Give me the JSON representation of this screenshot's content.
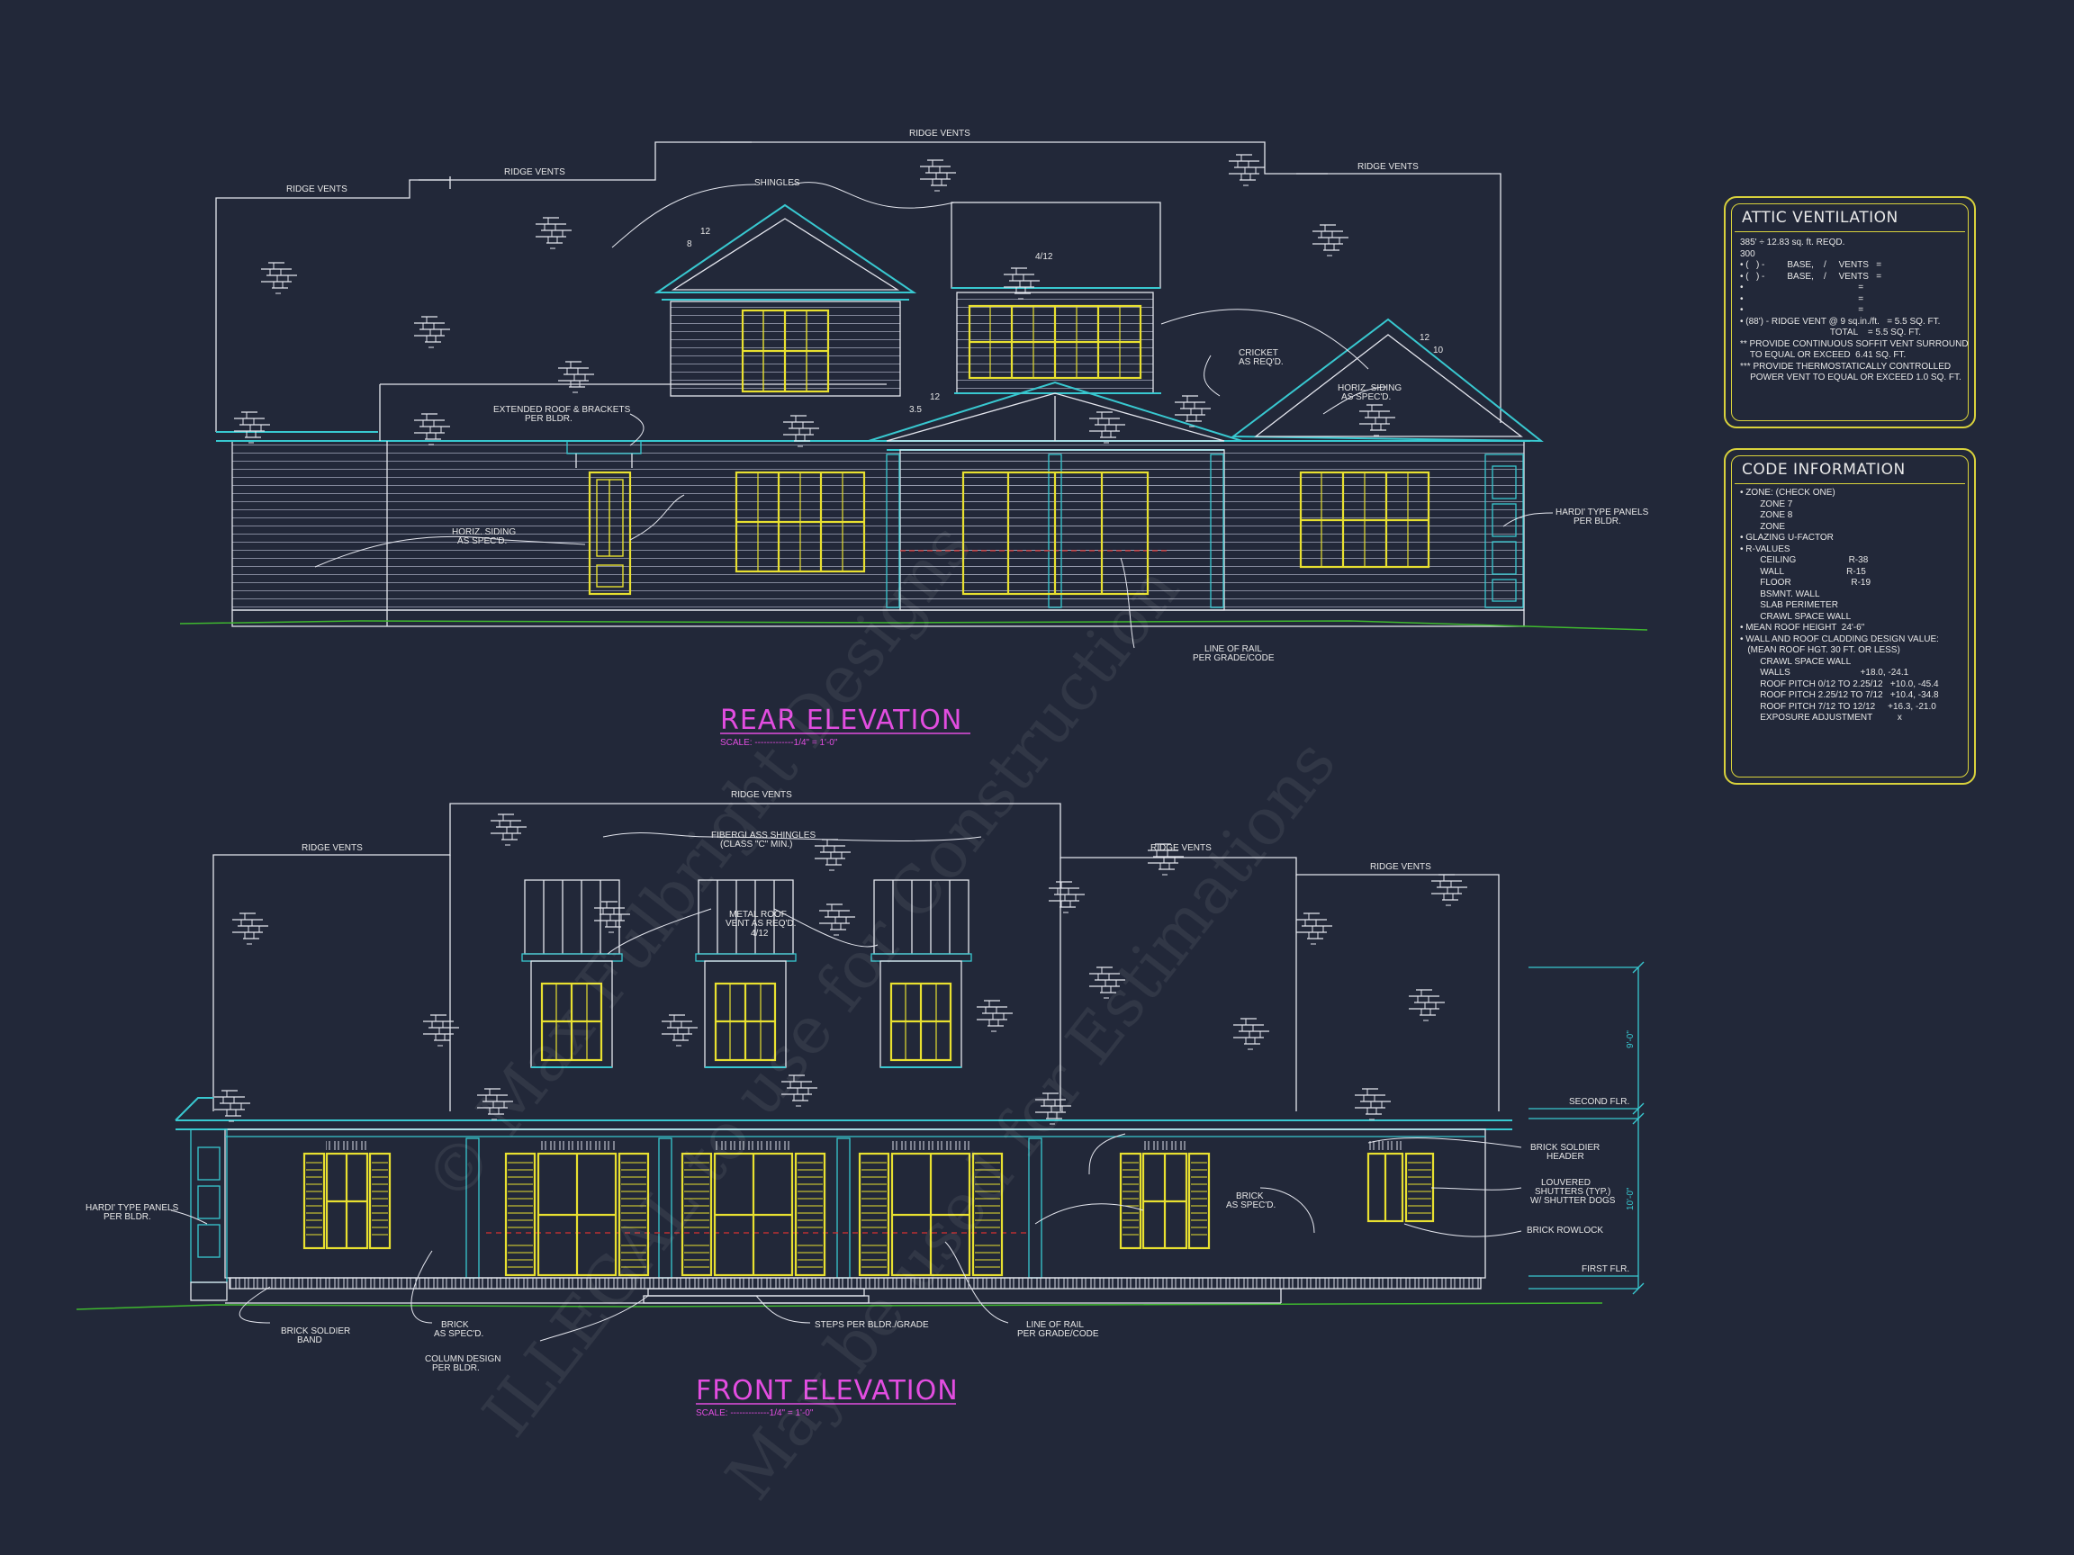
{
  "rear": {
    "title": "REAR ELEVATION",
    "scale": "SCALE: -------------1/4\" = 1'-0\"",
    "labels": {
      "ridge_vents_1": "RIDGE VENTS",
      "ridge_vents_2": "RIDGE VENTS",
      "ridge_vents_3": "RIDGE VENTS",
      "ridge_vents_4": "RIDGE VENTS",
      "shingles": "SHINGLES",
      "extended_roof_1": "EXTENDED ROOF & BRACKETS",
      "extended_roof_2": "PER BLDR.",
      "horiz_siding_1a": "HORIZ. SIDING",
      "horiz_siding_1b": "AS SPEC'D.",
      "cricket_1": "CRICKET",
      "cricket_2": "AS REQ'D.",
      "horiz_siding_2a": "HORIZ. SIDING",
      "horiz_siding_2b": "AS SPEC'D.",
      "hardi_1": "HARDI' TYPE PANELS",
      "hardi_2": "PER BLDR.",
      "rail_1": "LINE OF RAIL",
      "rail_2": "PER GRADE/CODE",
      "pitch_12a": "12",
      "pitch_8": "8",
      "pitch_412": "4/12",
      "pitch_12b": "12",
      "pitch_35": "3.5",
      "pitch_12c": "12",
      "pitch_10": "10"
    }
  },
  "front": {
    "title": "FRONT ELEVATION",
    "scale": "SCALE: -------------1/4\" = 1'-0\"",
    "labels": {
      "ridge_vents_top": "RIDGE VENTS",
      "ridge_vents_left": "RIDGE VENTS",
      "ridge_vents_right": "RIDGE VENTS",
      "ridge_vents_far": "RIDGE VENTS",
      "fiberglass_1": "FIBERGLASS SHINGLES",
      "fiberglass_2": "(CLASS \"C\" MIN.)",
      "metal_1": "METAL ROOF",
      "metal_2": "VENT AS REQ'D.",
      "metal_3": "4/12",
      "hardi_1": "HARDI' TYPE PANELS",
      "hardi_2": "PER BLDR.",
      "brick_soldier_band_1": "BRICK SOLDIER",
      "brick_soldier_band_2": "BAND",
      "brick_spec_1": "BRICK",
      "brick_spec_2": "AS SPEC'D.",
      "column_1": "COLUMN DESIGN",
      "column_2": "PER BLDR.",
      "steps": "STEPS PER BLDR./GRADE",
      "rail_1": "LINE OF RAIL",
      "rail_2": "PER GRADE/CODE",
      "brick_spec_r1": "BRICK",
      "brick_spec_r2": "AS SPEC'D.",
      "soldier_header_1": "BRICK SOLDIER",
      "soldier_header_2": "HEADER",
      "louvered_1": "LOUVERED",
      "louvered_2": "SHUTTERS (TYP.)",
      "louvered_3": "W/ SHUTTER DOGS",
      "rowlock": "BRICK ROWLOCK",
      "second_flr": "SECOND FLR.",
      "first_flr": "FIRST FLR.",
      "dim_upper": "9'-0\"",
      "dim_lower": "10'-0\""
    }
  },
  "attic": {
    "title": "ATTIC VENTILATION",
    "lines": [
      "385' ÷ 12.83 sq. ft. REQD.",
      "300",
      "• (   ) -         BASE,    /     VENTS   =",
      "• (   ) -         BASE,    /     VENTS   =",
      "•                                              =",
      "•                                              =",
      "•                                              =",
      "• (88') - RIDGE VENT @ 9 sq.in./ft.   = 5.5 SQ. FT.",
      "                                    TOTAL    = 5.5 SQ. FT.",
      "",
      "** PROVIDE CONTINUOUS SOFFIT VENT SURROUND",
      "    TO EQUAL OR EXCEED  6.41 SQ. FT.",
      "*** PROVIDE THERMOSTATICALLY CONTROLLED",
      "    POWER VENT TO EQUAL OR EXCEED 1.0 SQ. FT."
    ]
  },
  "code": {
    "title": "CODE INFORMATION",
    "lines": [
      "• ZONE: (CHECK ONE)",
      "        ZONE 7",
      "        ZONE 8",
      "        ZONE",
      "• GLAZING U-FACTOR",
      "• R-VALUES",
      "        CEILING                     R-38",
      "        WALL                         R-15",
      "        FLOOR                        R-19",
      "        BSMNT. WALL",
      "        SLAB PERIMETER",
      "        CRAWL SPACE WALL",
      "",
      "• MEAN ROOF HEIGHT  24'-6\"",
      "",
      "• WALL AND ROOF CLADDING DESIGN VALUE:",
      "   (MEAN ROOF HGT. 30 FT. OR LESS)",
      "        CRAWL SPACE WALL",
      "        WALLS                            +18.0, -24.1",
      "        ROOF PITCH 0/12 TO 2.25/12   +10.0, -45.4",
      "        ROOF PITCH 2.25/12 TO 7/12   +10.4, -34.8",
      "        ROOF PITCH 7/12 TO 12/12     +16.3, -21.0",
      "        EXPOSURE ADJUSTMENT          x"
    ]
  },
  "watermark": {
    "line1": "© Max Fulbright Designs",
    "line2": "ILLEGAL to use for Construction",
    "line3": "May be used for Estimations"
  },
  "colors": {
    "background": "#222839",
    "line": "#e4e6ee",
    "trim": "#38c8d0",
    "window": "#e8e030",
    "title": "#e24de0",
    "ground": "#3fb82f",
    "rail": "#d83030",
    "panel_border": "#d9d23c"
  }
}
